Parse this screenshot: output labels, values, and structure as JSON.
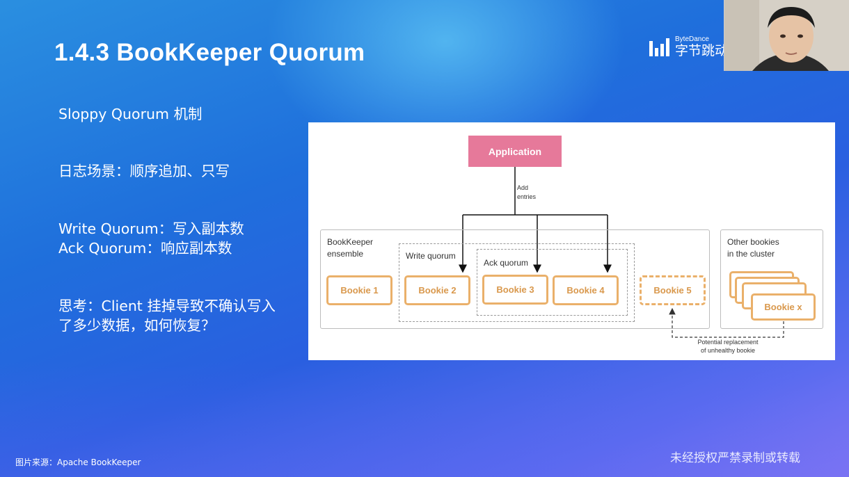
{
  "slide": {
    "title": "1.4.3 BookKeeper Quorum",
    "bullets": [
      "Sloppy Quorum 机制",
      "日志场景：顺序追加、只写",
      "Write Quorum：写入副本数",
      "Ack Quorum：响应副本数",
      "思考：Client 挂掉导致不确认写入",
      "了多少数据，如何恢复？"
    ],
    "source": "图片来源：Apache BookKeeper",
    "watermark": "未经授权严禁录制或转载"
  },
  "logo": {
    "en": "ByteDance",
    "cn": "字节跳动"
  },
  "diagram": {
    "application": "Application",
    "add_entries": [
      "Add",
      "entries"
    ],
    "ensemble_label": [
      "BookKeeper",
      "ensemble"
    ],
    "write_quorum": "Write quorum",
    "ack_quorum": "Ack quorum",
    "bookies": [
      "Bookie 1",
      "Bookie 2",
      "Bookie 3",
      "Bookie 4",
      "Bookie 5"
    ],
    "cluster_label": [
      "Other bookies",
      "in the cluster"
    ],
    "bookie_x": "Bookie x",
    "replacement": [
      "Potential replacement",
      "of unhealthy bookie"
    ]
  },
  "colors": {
    "app_box": "#e6799a",
    "bookie_border": "#eab06a",
    "bookie_text": "#d9984c"
  }
}
